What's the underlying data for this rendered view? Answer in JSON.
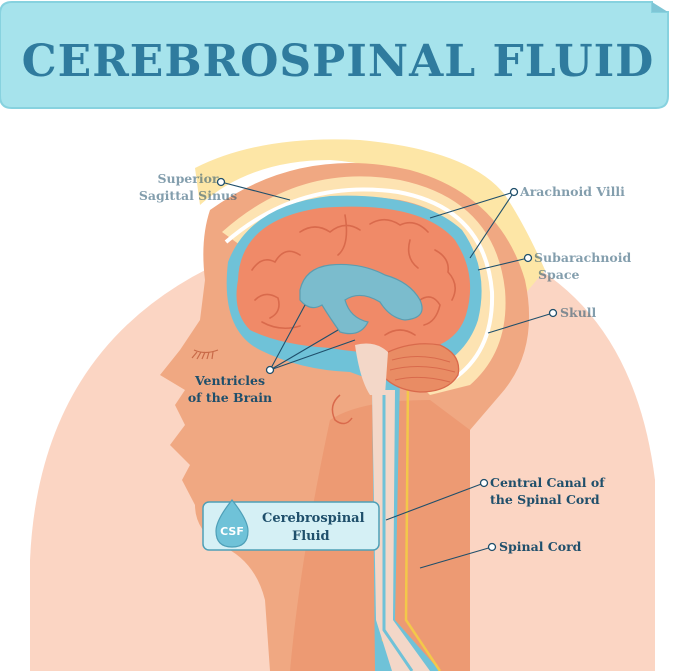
{
  "title": "CEREBROSPINAL FLUID",
  "labels": {
    "superior_sagittal_sinus": [
      "Superior",
      "Sagittal Sinus"
    ],
    "arachnoid_villi": "Arachnoid Villi",
    "subarachnoid_space": [
      "Subarachnoid",
      "Space"
    ],
    "skull": "Skull",
    "ventricles": [
      "Ventricles",
      "of the Brain"
    ],
    "central_canal": [
      "Central Canal of",
      "the Spinal Cord"
    ],
    "spinal_cord": "Spinal Cord"
  },
  "legend": {
    "badge": "CSF",
    "text": [
      "Cerebrospinal",
      "Fluid"
    ]
  },
  "colors": {
    "banner": "#a6e3ec",
    "banner_border": "#87d2df",
    "title": "#2f7b9e",
    "background_body": "#fbd5c3",
    "head_skin": "#f0a882",
    "hair": "#fde6a6",
    "skull": "#fde3b2",
    "csf": "#6fc2d8",
    "brain": "#f08a68",
    "spinal_cord": "#f3d7c8",
    "label": "#1f4f6b"
  }
}
